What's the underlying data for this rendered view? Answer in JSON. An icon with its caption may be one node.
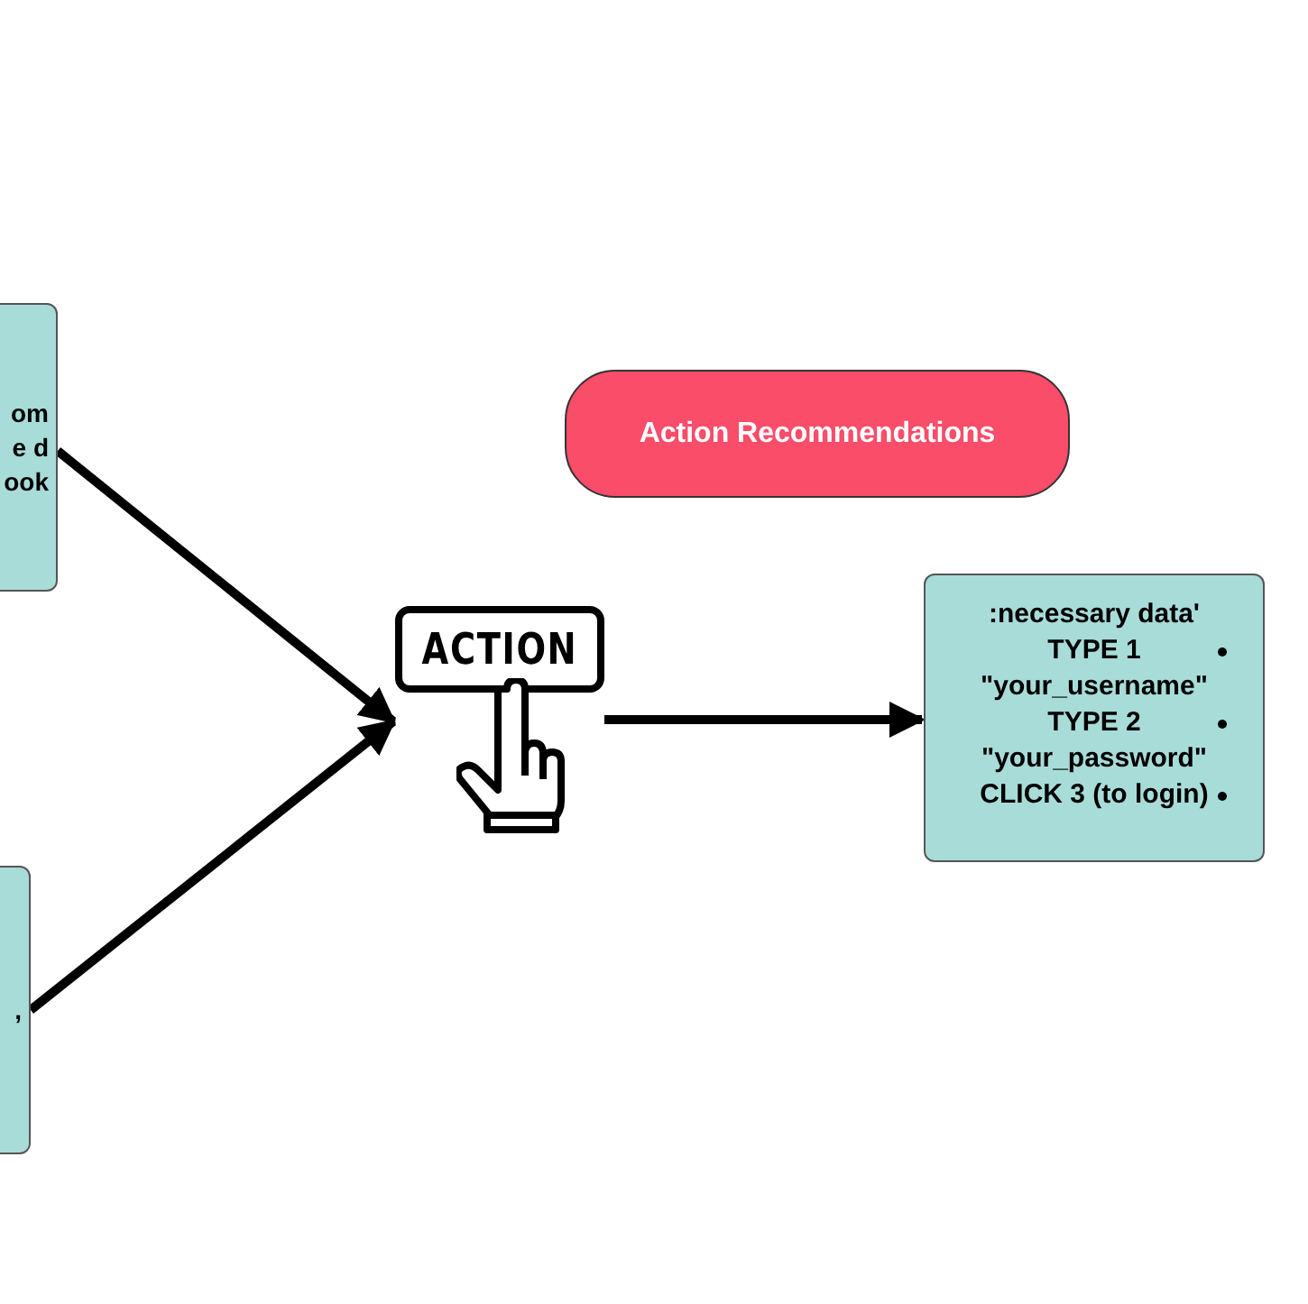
{
  "diagram": {
    "nodes": [
      {
        "text": [
          "om e d ook"
        ]
      },
      {
        "text": [
          "Action Recommendations"
        ]
      },
      {
        "text": [
          "ACTION"
        ]
      },
      {
        "text": [
          ":necessary data'",
          "TYPE 1 \"your_username\"",
          "TYPE 2 \"your_password\"",
          "CLICK 3 (to login)"
        ]
      },
      {
        "text": [
          ","
        ]
      }
    ],
    "edges": [
      {
        "from": 0,
        "to": 2,
        "arrow": "to"
      },
      {
        "from": 4,
        "to": 2,
        "arrow": "to"
      },
      {
        "from": 2,
        "to": 3,
        "arrow": "to"
      }
    ]
  }
}
